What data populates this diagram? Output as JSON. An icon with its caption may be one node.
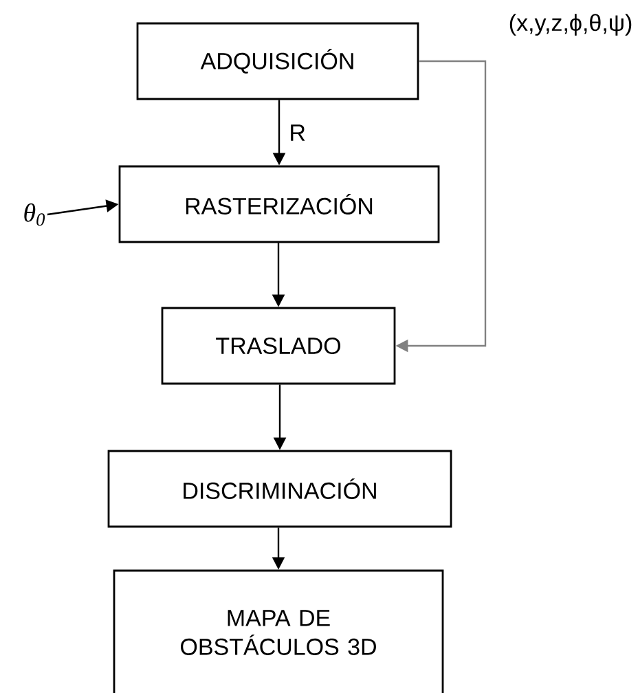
{
  "diagram": {
    "nodes": [
      {
        "text": [
          "ADQUISICIÓN"
        ]
      },
      {
        "text": [
          "*θ*$_{0}$"
        ]
      },
      {
        "text": [
          "RASTERIZACIÓN"
        ]
      },
      {
        "text": [
          "TRASLADO"
        ]
      },
      {
        "text": [
          "DISCRIMINACIÓN"
        ]
      },
      {
        "text": [
          "MAPA DE OBSTÁCULOS 3D"
        ]
      }
    ],
    "edges": [
      {
        "from": 0,
        "to": 2,
        "arrow": "to",
        "label": "R"
      },
      {
        "from": 1,
        "to": 2,
        "arrow": "to"
      },
      {
        "from": 2,
        "to": 3,
        "arrow": "to"
      },
      {
        "from": 0,
        "to": 3,
        "arrow": "to",
        "label": "(x,y,z,ϕ,θ,ψ)",
        "color": "#808080"
      },
      {
        "from": 3,
        "to": 4,
        "arrow": "to"
      },
      {
        "from": 4,
        "to": 5,
        "arrow": "to"
      }
    ]
  }
}
